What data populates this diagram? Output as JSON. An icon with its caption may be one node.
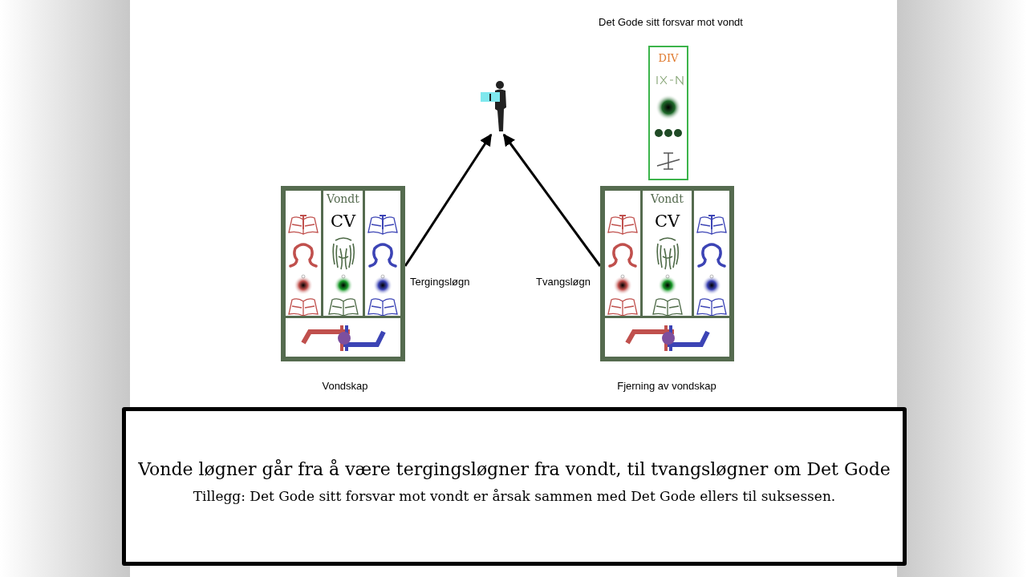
{
  "diagram": {
    "nodes": [
      {
        "text": [],
        "shape": "box",
        "beside": [
          "Vondskap"
        ]
      },
      {
        "text": [
          "Vondt",
          "CV"
        ],
        "in": 0
      },
      {
        "text": [],
        "shape": "box",
        "beside": [
          "Fjerning av vondskap"
        ]
      },
      {
        "text": [
          "Vondt",
          "CV"
        ],
        "in": 2
      },
      {
        "text": [
          "DIV"
        ],
        "beside": [
          "Det Gode sitt forsvar mot vondt"
        ]
      },
      {
        "text": [],
        "shape": "person"
      },
      {
        "text": [
          "Vonde løgner går fra å være tergingsløgner fra vondt, til tvangsløgner om Det Gode",
          "Tillegg: Det Gode sitt forsvar mot vondt er årsak sammen med Det Gode ellers til suksessen."
        ]
      }
    ],
    "edges": [
      {
        "from": 0,
        "to": 5,
        "arrow": "to",
        "label": "Tergingsløgn"
      },
      {
        "from": 2,
        "to": 5,
        "arrow": "to",
        "label": "Tvangsløgn"
      }
    ]
  }
}
